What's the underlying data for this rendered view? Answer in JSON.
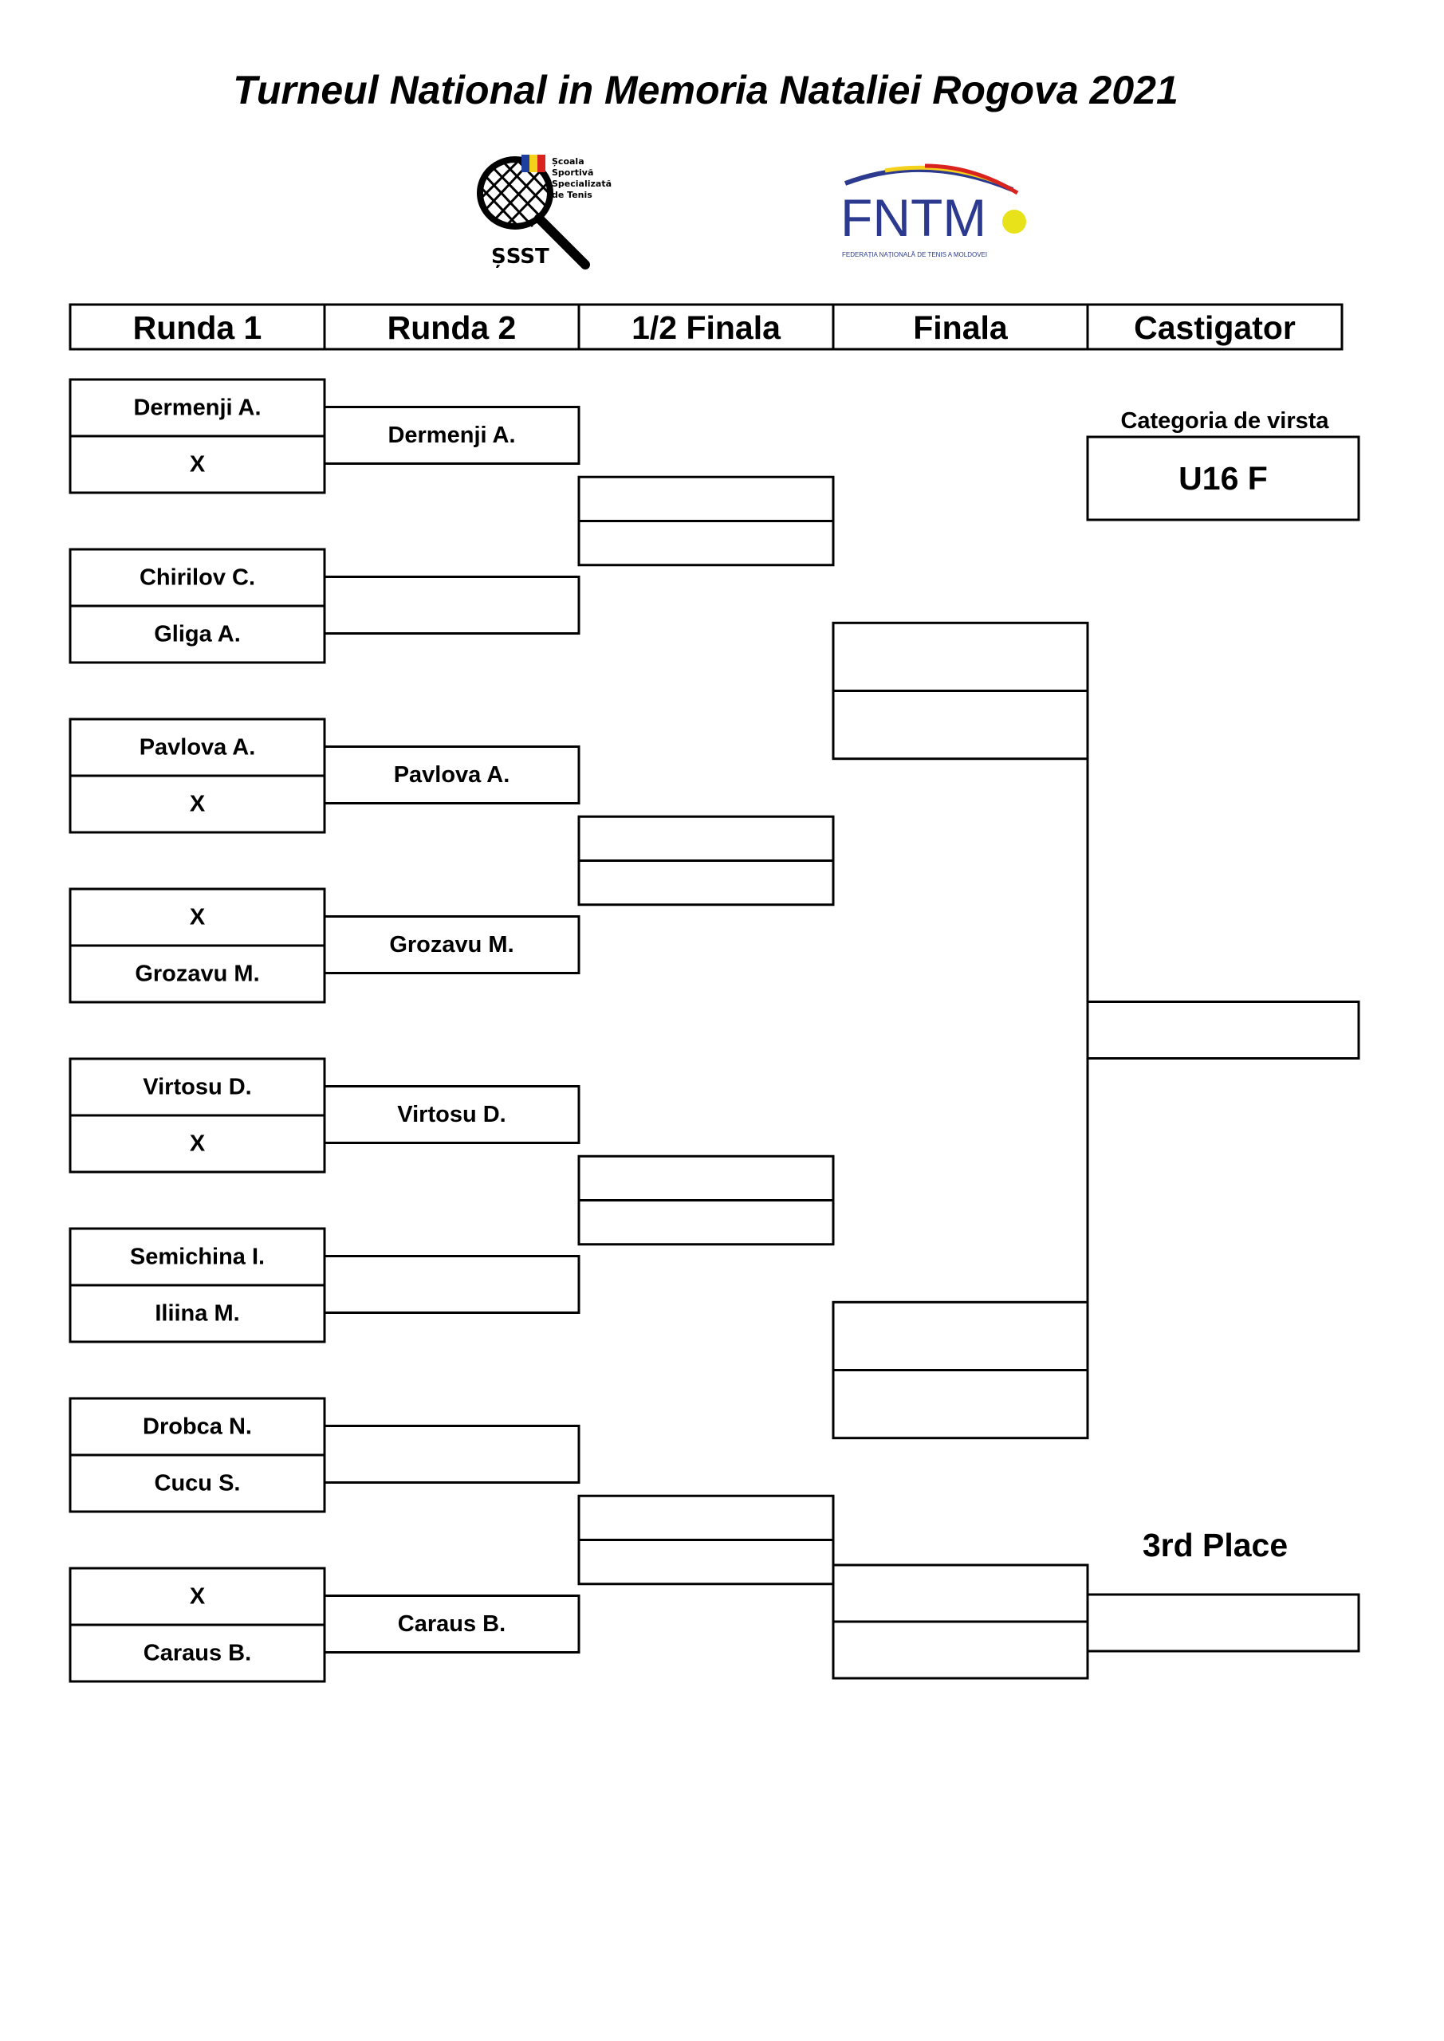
{
  "title": "Turneul National in Memoria Nataliei Rogova 2021",
  "logos": {
    "ssst": {
      "text": "ȘSST",
      "subtitle": "Școala Sportivă Specializată de Tenis",
      "icon": "tennis-racket-icon"
    },
    "fntm": {
      "text": "FNTM",
      "subtitle": "FEDERAȚIA NAȚIONALĂ DE TENIS A MOLDOVEI",
      "icon": "tennis-ball-icon"
    }
  },
  "headers": [
    "Runda 1",
    "Runda 2",
    "1/2 Finala",
    "Finala",
    "Castigator"
  ],
  "round1": [
    [
      "Dermenji A.",
      "X"
    ],
    [
      "Chirilov C.",
      "Gliga A."
    ],
    [
      "Pavlova A.",
      "X"
    ],
    [
      "X",
      "Grozavu M."
    ],
    [
      "Virtosu D.",
      "X"
    ],
    [
      "Semichina I.",
      "Iliina M."
    ],
    [
      "Drobca N.",
      "Cucu S."
    ],
    [
      "X",
      "Caraus B."
    ]
  ],
  "round2": [
    "Dermenji A.",
    "",
    "Pavlova A.",
    "Grozavu M.",
    "Virtosu D.",
    "",
    "",
    "Caraus B."
  ],
  "semifinal": [
    "",
    "",
    "",
    ""
  ],
  "final": [
    "",
    ""
  ],
  "winner": "",
  "category": {
    "label": "Categoria de virsta",
    "value": "U16 F"
  },
  "third_place": {
    "label": "3rd Place",
    "players": [
      "",
      ""
    ],
    "winner": ""
  },
  "colors": {
    "ink": "#000000",
    "background": "#ffffff",
    "fntm_blue": "#2b3a8f",
    "ball_yellow": "#e8e21a",
    "flag_red": "#d8231f"
  }
}
